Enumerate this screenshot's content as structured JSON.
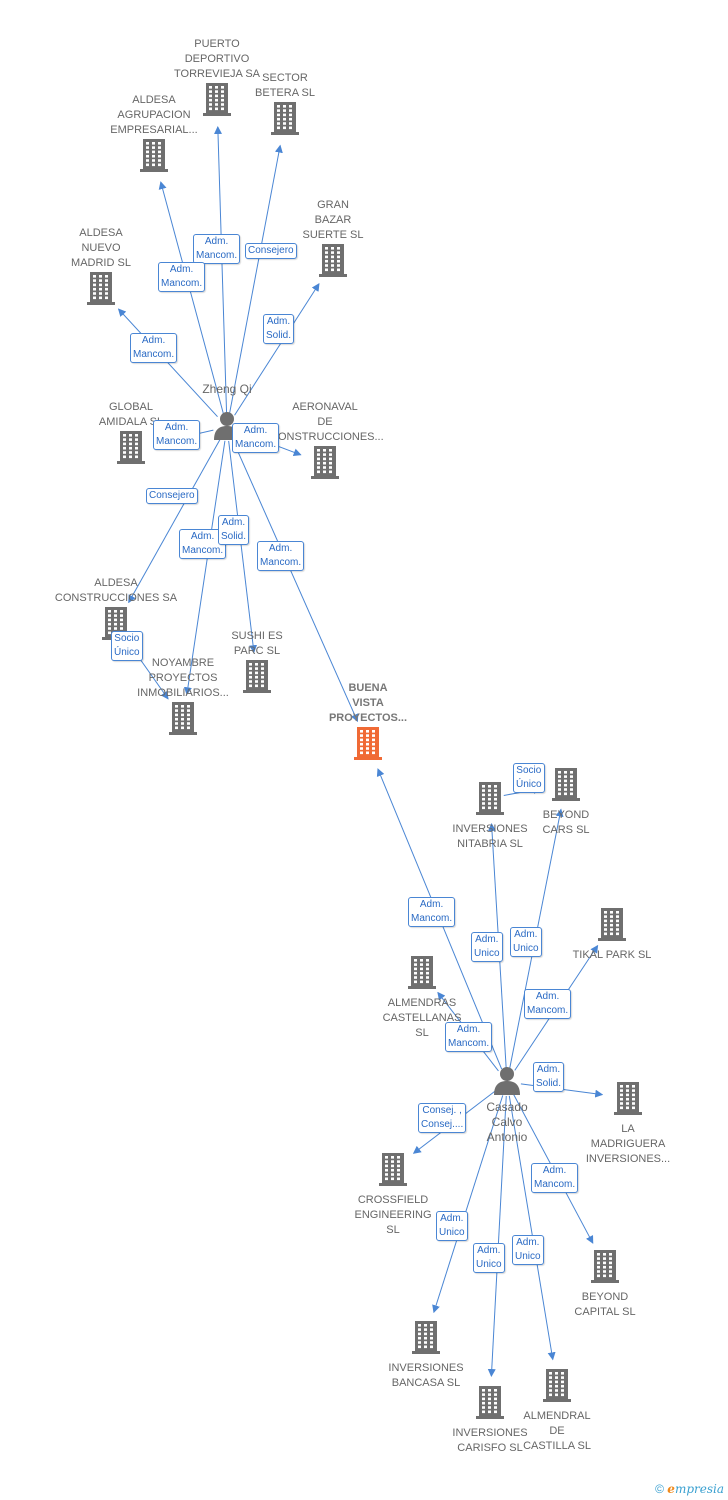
{
  "colors": {
    "edge": "#4a86d4",
    "building": "#6f6f6f",
    "highlight": "#f06a35",
    "person": "#6f6f6f"
  },
  "center": {
    "label": "BUENA\nVISTA\nPROYECTOS..."
  },
  "persons": [
    {
      "id": "zheng",
      "label": "Zheng Qi"
    },
    {
      "id": "casado",
      "label": "Casado\nCalvo\nAntonio"
    }
  ],
  "companies": [
    {
      "id": "puerto",
      "label": "PUERTO\nDEPORTIVO\nTORREVIEJA SA"
    },
    {
      "id": "sector",
      "label": "SECTOR\nBETERA SL"
    },
    {
      "id": "aldesa_agr",
      "label": "ALDESA\nAGRUPACION\nEMPRESARIAL..."
    },
    {
      "id": "gran_bazar",
      "label": "GRAN\nBAZAR\nSUERTE SL"
    },
    {
      "id": "aldesa_nuevo",
      "label": "ALDESA\nNUEVO\nMADRID SL"
    },
    {
      "id": "global",
      "label": "GLOBAL\nAMIDALA SL"
    },
    {
      "id": "aeronaval",
      "label": "AERONAVAL\nDE\nCONSTRUCCIONES..."
    },
    {
      "id": "aldesa_constr",
      "label": "ALDESA\nCONSTRUCCIONES SA"
    },
    {
      "id": "sushi",
      "label": "SUSHI ES\nPARC SL"
    },
    {
      "id": "noyambre",
      "label": "NOYAMBRE\nPROYECTOS\nINMOBILIARIOS..."
    },
    {
      "id": "inv_nitabria",
      "label": "INVERSIONES\nNITABRIA SL"
    },
    {
      "id": "beyond_cars",
      "label": "BEYOND\nCARS SL"
    },
    {
      "id": "tikal",
      "label": "TIKAL PARK SL"
    },
    {
      "id": "almendras",
      "label": "ALMENDRAS\nCASTELLANAS\nSL"
    },
    {
      "id": "madriguera",
      "label": "LA\nMADRIGUERA\nINVERSIONES..."
    },
    {
      "id": "crossfield",
      "label": "CROSSFIELD\nENGINEERING\nSL"
    },
    {
      "id": "beyond_capital",
      "label": "BEYOND\nCAPITAL SL"
    },
    {
      "id": "inv_bancasa",
      "label": "INVERSIONES\nBANCASA SL"
    },
    {
      "id": "inv_carisfo",
      "label": "INVERSIONES\nCARISFO SL"
    },
    {
      "id": "almendral",
      "label": "ALMENDRAL\nDE\nCASTILLA SL"
    }
  ],
  "edges": [
    {
      "from": "zheng",
      "to": "puerto",
      "label": "Adm.\nMancom."
    },
    {
      "from": "zheng",
      "to": "sector",
      "label": "Consejero"
    },
    {
      "from": "zheng",
      "to": "aldesa_agr",
      "label": "Adm.\nMancom."
    },
    {
      "from": "zheng",
      "to": "gran_bazar",
      "label": "Adm.\nSolid."
    },
    {
      "from": "zheng",
      "to": "aldesa_nuevo",
      "label": "Adm.\nMancom."
    },
    {
      "from": "zheng",
      "to": "global",
      "label": "Adm.\nMancom."
    },
    {
      "from": "zheng",
      "to": "aeronaval",
      "label": "Adm.\nMancom."
    },
    {
      "from": "zheng",
      "to": "aldesa_constr",
      "label": "Consejero"
    },
    {
      "from": "zheng",
      "to": "noyambre",
      "label": "Adm.\nMancom."
    },
    {
      "from": "zheng",
      "to": "sushi",
      "label": "Adm.\nSolid."
    },
    {
      "from": "zheng",
      "to": "center",
      "label": "Adm.\nMancom."
    },
    {
      "from": "aldesa_constr",
      "to": "noyambre",
      "label": "Socio\nÚnico"
    },
    {
      "from": "casado",
      "to": "center",
      "label": "Adm.\nMancom."
    },
    {
      "from": "casado",
      "to": "inv_nitabria",
      "label": "Adm.\nUnico"
    },
    {
      "from": "casado",
      "to": "beyond_cars",
      "label": "Adm.\nUnico"
    },
    {
      "from": "inv_nitabria",
      "to": "beyond_cars",
      "label": "Socio\nÚnico"
    },
    {
      "from": "casado",
      "to": "tikal",
      "label": "Adm.\nMancom."
    },
    {
      "from": "casado",
      "to": "almendras",
      "label": "Adm.\nMancom."
    },
    {
      "from": "casado",
      "to": "madriguera",
      "label": "Adm.\nSolid."
    },
    {
      "from": "casado",
      "to": "crossfield",
      "label": "Consej. ,\nConsej...."
    },
    {
      "from": "casado",
      "to": "beyond_capital",
      "label": "Adm.\nMancom."
    },
    {
      "from": "casado",
      "to": "inv_bancasa",
      "label": "Adm.\nUnico"
    },
    {
      "from": "casado",
      "to": "inv_carisfo",
      "label": "Adm.\nUnico"
    },
    {
      "from": "casado",
      "to": "almendral",
      "label": "Adm.\nUnico"
    }
  ],
  "footer": {
    "copyright": "©",
    "brand_initial": "e",
    "brand_rest": "mpresia"
  }
}
